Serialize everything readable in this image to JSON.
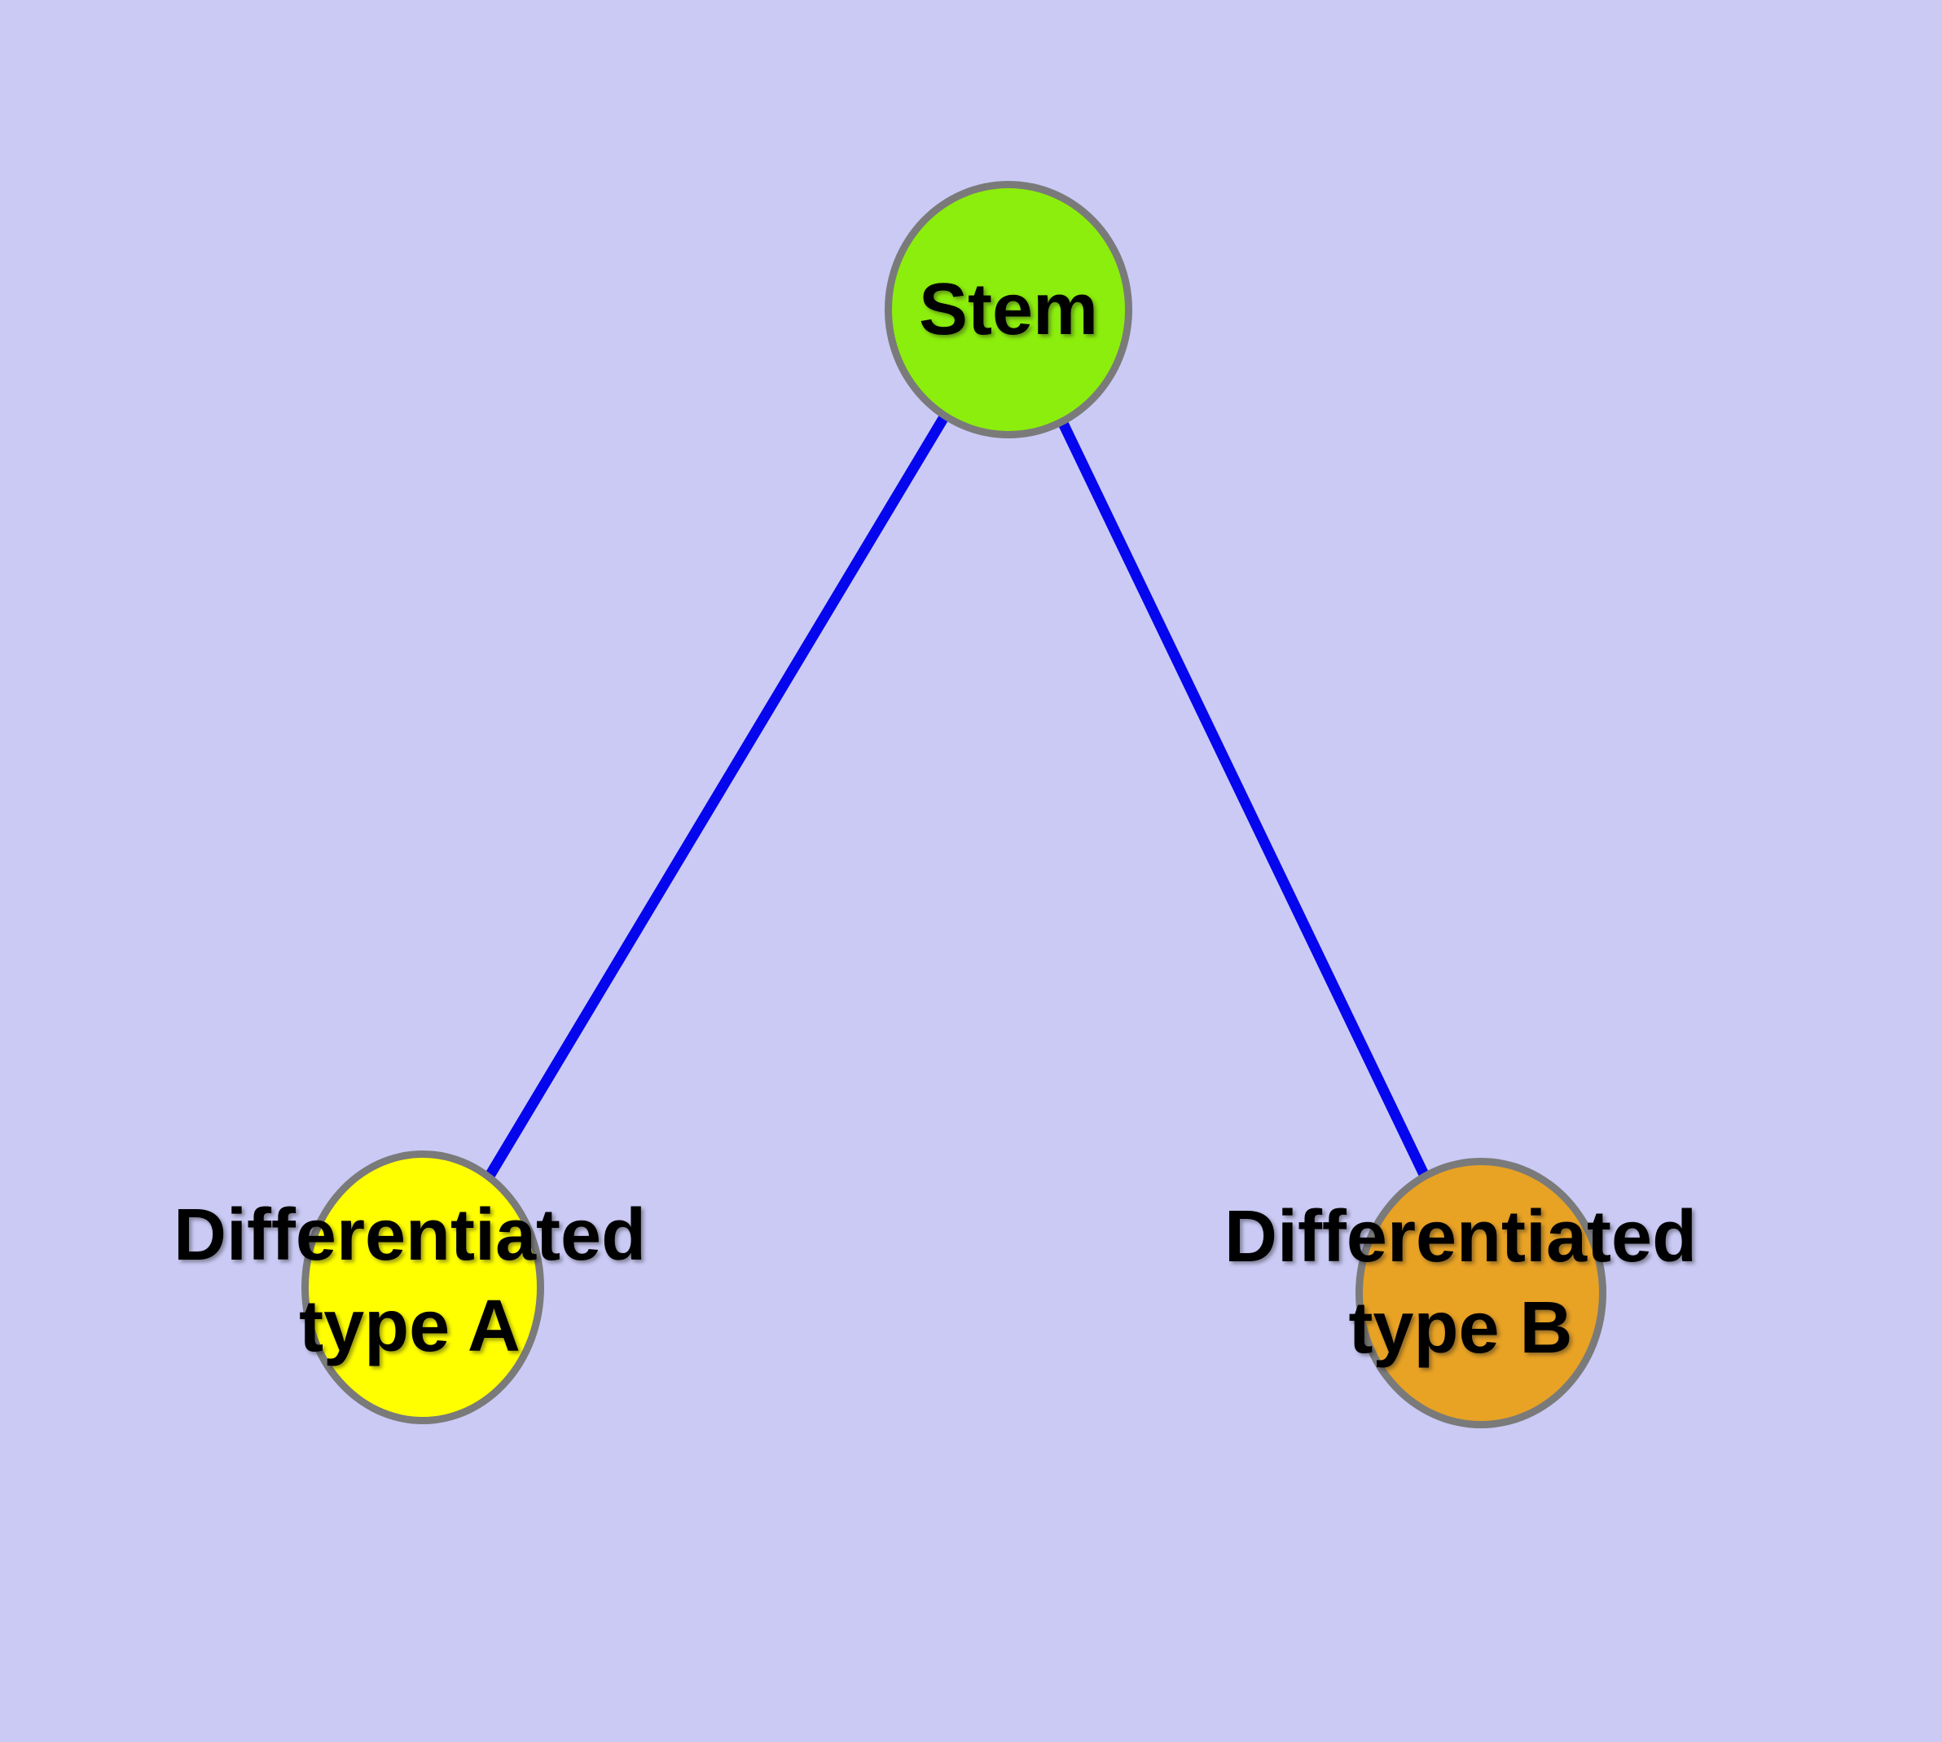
{
  "diagram": {
    "background_color": "#CACAF5",
    "edge_color": "#0505EE",
    "node_border_color": "#7A7A7A",
    "label_color": "#000000",
    "nodes": [
      {
        "id": "stem",
        "label": "Stem",
        "label_lines": [
          "Stem"
        ],
        "fill": "#8CEE0C"
      },
      {
        "id": "differentiated-type-a",
        "label": "Differentiated type A",
        "label_lines": [
          "Differentiated",
          "type A"
        ],
        "fill": "#FFFF00"
      },
      {
        "id": "differentiated-type-b",
        "label": "Differentiated type B",
        "label_lines": [
          "Differentiated",
          "type B"
        ],
        "fill": "#E8A224"
      }
    ],
    "edges": [
      {
        "from": "stem",
        "to": "differentiated-type-a"
      },
      {
        "from": "stem",
        "to": "differentiated-type-b"
      }
    ]
  }
}
